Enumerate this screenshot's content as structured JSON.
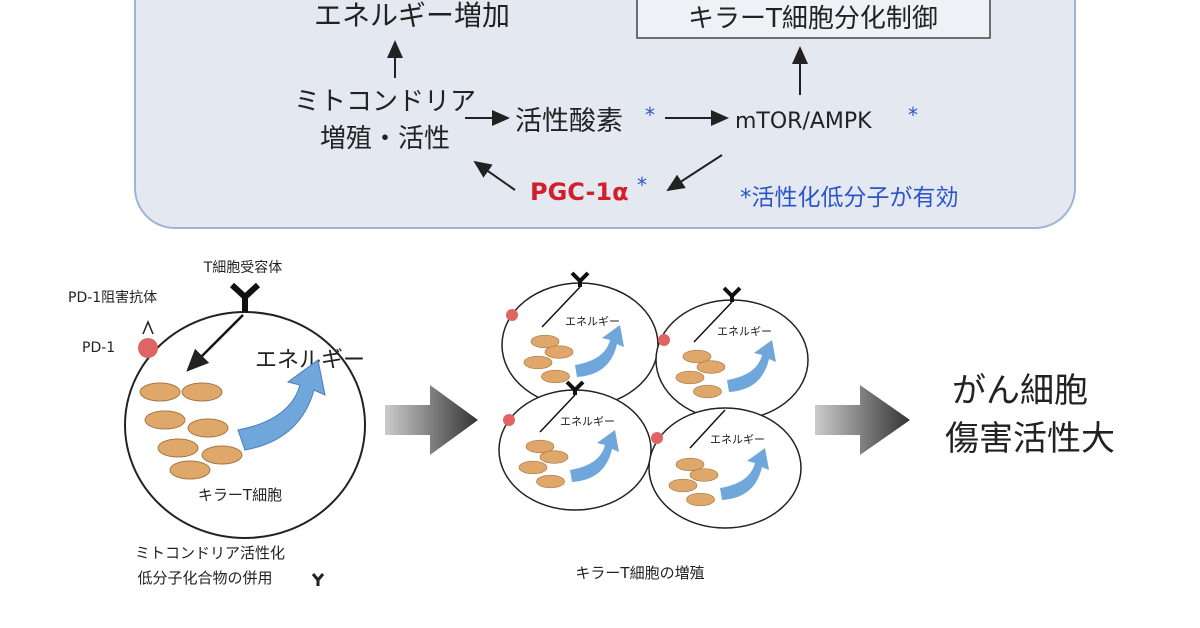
{
  "pathway": {
    "energy_increase": "エネルギー増加",
    "killer_t_control": "キラーT細胞分化制御",
    "mito_line1": "ミトコンドリア",
    "mito_line2": "増殖・活性",
    "ros": "活性酸素",
    "mtor": "mTOR/AMPK",
    "pgc": "PGC-1α",
    "asterisk": "*",
    "note": "*活性化低分子が有効"
  },
  "cells": {
    "tcr": "T細胞受容体",
    "pd1_antibody": "PD-1阻害抗体",
    "pd1": "PD-1",
    "energy": "エネルギー",
    "killer_t": "キラーT細胞",
    "combo_line1": "ミトコンドリア活性化",
    "combo_line2": "低分子化合物の併用",
    "proliferation": "キラーT細胞の増殖",
    "result_line1": "がん細胞",
    "result_line2": "傷害活性大"
  },
  "colors": {
    "panel_bg": "#e4e8f1",
    "panel_border": "#9fb3d3",
    "pgc_red": "#d21f2b",
    "note_blue": "#2b55c8",
    "mito": "#dfa86a",
    "energy_arrow": "#6fa6dc",
    "pd1_red": "#e06464"
  }
}
